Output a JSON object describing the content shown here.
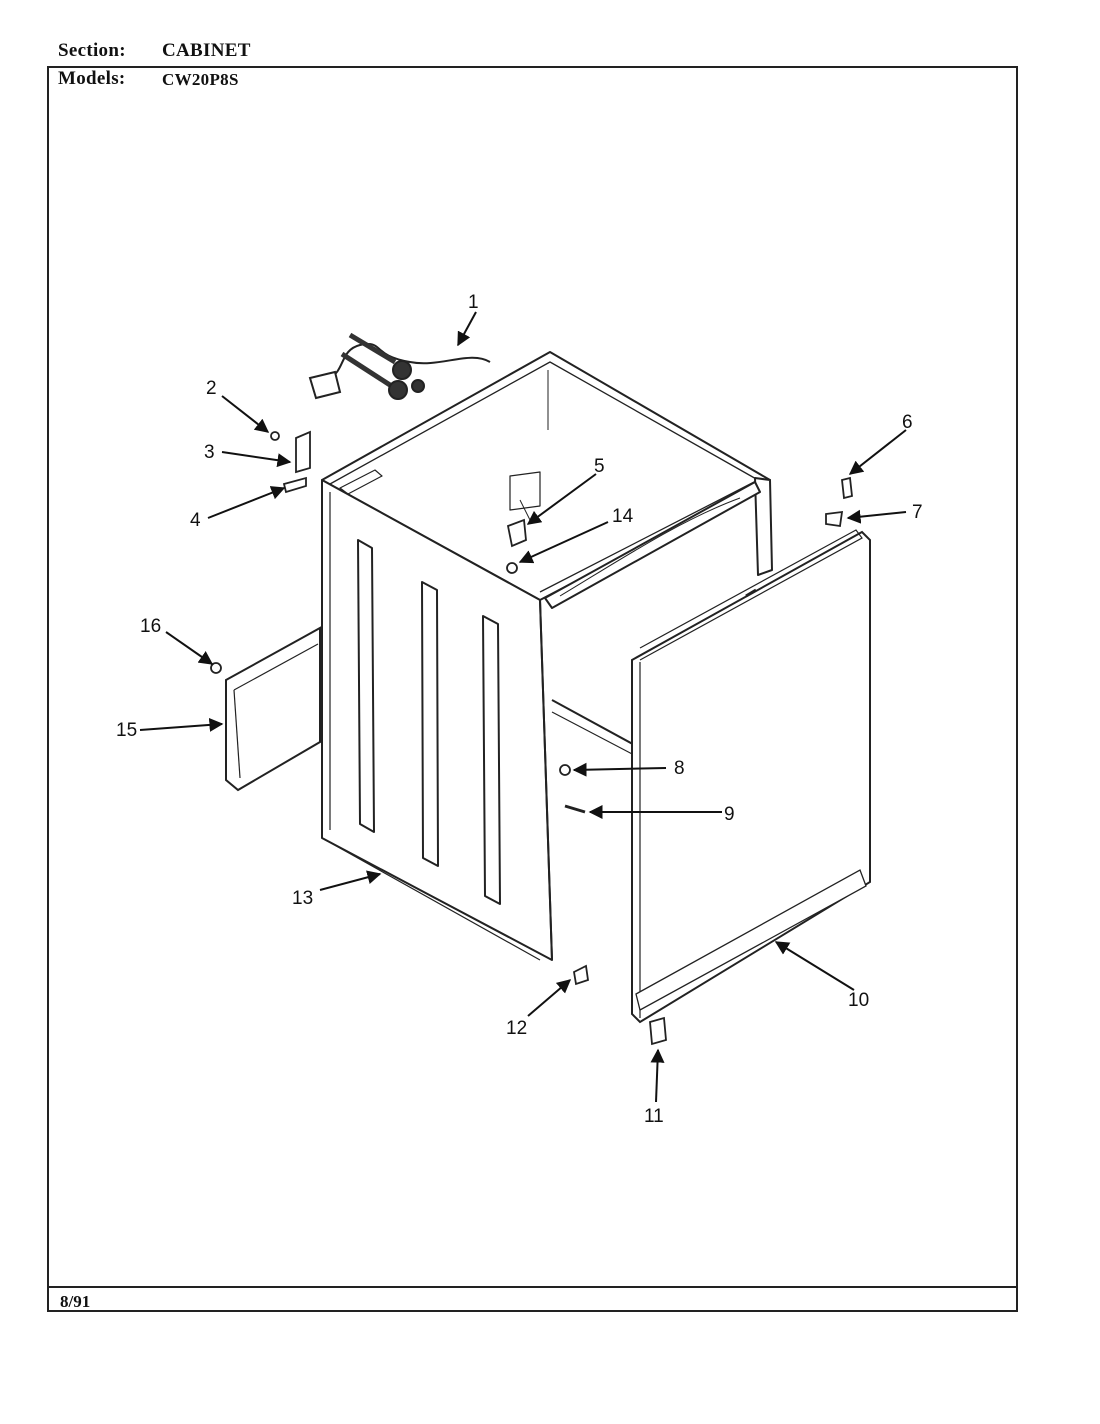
{
  "header": {
    "section_label": "Section:",
    "section_value": "CABINET",
    "models_label": "Models:",
    "models_value": "CW20P8S"
  },
  "footer": {
    "date": "8/91"
  },
  "callouts": [
    "1",
    "2",
    "3",
    "4",
    "5",
    "6",
    "7",
    "8",
    "9",
    "10",
    "11",
    "12",
    "13",
    "14",
    "15",
    "16"
  ]
}
